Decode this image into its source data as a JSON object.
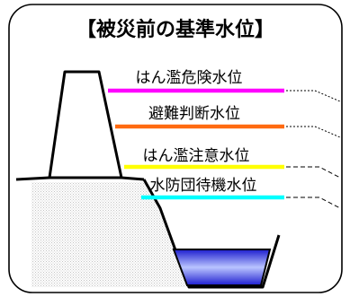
{
  "title": "【被災前の基準水位】",
  "levels": [
    {
      "label": "はん濫危険水位",
      "color": "#ff00ff"
    },
    {
      "label": "避難判断水位",
      "color": "#ff6a10"
    },
    {
      "label": "はん濫注意水位",
      "color": "#ffff00"
    },
    {
      "label": "水防団待機水位",
      "color": "#00ffff"
    }
  ],
  "colors": {
    "frame": "#000000",
    "ground_fill": "#c4c4c4",
    "water_dark": "#1d1dcf",
    "water_light": "#b9c4ff"
  }
}
